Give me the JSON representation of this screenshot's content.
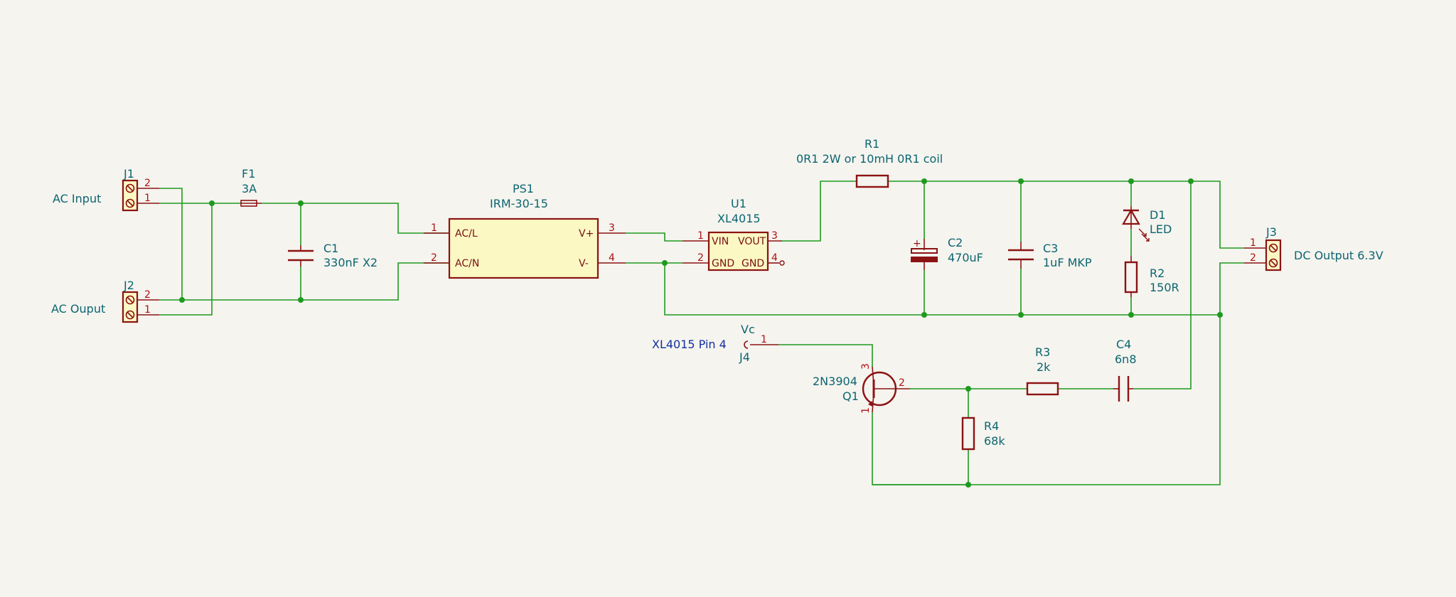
{
  "labels": {
    "ac_input": "AC Input",
    "ac_output": "AC Ouput",
    "dc_output": "DC Output 6.3V",
    "xl4015_pin4": "XL4015 Pin 4",
    "vc": "Vc"
  },
  "components": {
    "j1": {
      "ref": "J1",
      "pin_top": "2",
      "pin_bot": "1"
    },
    "j2": {
      "ref": "J2",
      "pin_top": "2",
      "pin_bot": "1"
    },
    "j3": {
      "ref": "J3",
      "pin_top": "1",
      "pin_bot": "2"
    },
    "j4": {
      "ref": "J4",
      "pin": "1"
    },
    "f1": {
      "ref": "F1",
      "value": "3A"
    },
    "c1": {
      "ref": "C1",
      "value": "330nF X2"
    },
    "ps1": {
      "ref": "PS1",
      "value": "IRM-30-15",
      "pin1": "1",
      "pin2": "2",
      "pin3": "3",
      "pin4": "4",
      "acl": "AC/L",
      "acn": "AC/N",
      "vplus": "V+",
      "vminus": "V-"
    },
    "u1": {
      "ref": "U1",
      "value": "XL4015",
      "vin": "VIN",
      "vout": "VOUT",
      "gnd1": "GND",
      "gnd2": "GND",
      "pin1": "1",
      "pin2": "2",
      "pin3": "3",
      "pin4": "4"
    },
    "r1": {
      "ref": "R1",
      "value": "0R1 2W or 10mH 0R1 coil"
    },
    "c2": {
      "ref": "C2",
      "value": "470uF"
    },
    "c3": {
      "ref": "C3",
      "value": "1uF MKP"
    },
    "d1": {
      "ref": "D1",
      "value": "LED"
    },
    "r2": {
      "ref": "R2",
      "value": "150R"
    },
    "q1": {
      "ref": "Q1",
      "value": "2N3904",
      "pin1": "1",
      "pin2": "2",
      "pin3": "3"
    },
    "r3": {
      "ref": "R3",
      "value": "2k"
    },
    "c4": {
      "ref": "C4",
      "value": "6n8"
    },
    "r4": {
      "ref": "R4",
      "value": "68k"
    }
  },
  "colors": {
    "background": "#f5f4ef",
    "wire": "#1e9a1e",
    "symbol": "#8c1313",
    "symbol_fill": "#fbf8c4",
    "text": "#0c6570",
    "pin_number": "#b01010",
    "label_blue": "#1530a0"
  }
}
